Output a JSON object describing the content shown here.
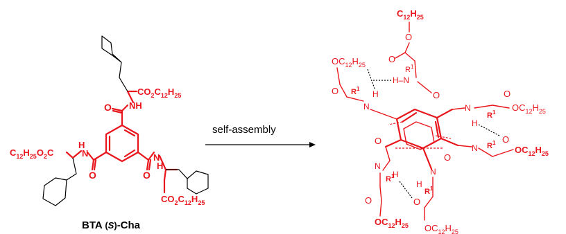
{
  "arrow_label": "self-assembly",
  "molecule_name": {
    "prefix": "BTA ",
    "open": "(",
    "stereo": "S",
    "close": ")",
    "suffix": "-Cha"
  },
  "left": {
    "ester_right": {
      "a": "CO",
      "s1": "2",
      "b": "C",
      "s2": "12",
      "c": "H",
      "s3": "25"
    },
    "ester_left": {
      "a": "C",
      "s1": "12",
      "b": "H",
      "s2": "25",
      "c": "O",
      "s3": "2",
      "d": "C"
    },
    "ester_bottom": {
      "a": "CO",
      "s1": "2",
      "b": "C",
      "s2": "12",
      "c": "H",
      "s3": "25"
    },
    "nh": "NH",
    "n": "N",
    "h": "H",
    "o": "O"
  },
  "right": {
    "ester_top": {
      "a": "C",
      "s1": "12",
      "b": "H",
      "s2": "25"
    },
    "oc_ul": {
      "a": "OC",
      "s1": "12",
      "b": "H",
      "s2": "25"
    },
    "oc_r1": {
      "a": "OC",
      "s1": "12",
      "b": "H",
      "s2": "25"
    },
    "oc_r2": {
      "a": "OC",
      "s1": "12",
      "b": "H",
      "s2": "25"
    },
    "oc_bl": {
      "a": "OC",
      "s1": "12",
      "b": "H",
      "s2": "25"
    },
    "oc_br": {
      "a": "OC",
      "s1": "12",
      "b": "H",
      "s2": "25"
    },
    "r": "R",
    "r_sup": "1",
    "n": "N",
    "h": "H",
    "o": "O",
    "hn": "H–N"
  }
}
